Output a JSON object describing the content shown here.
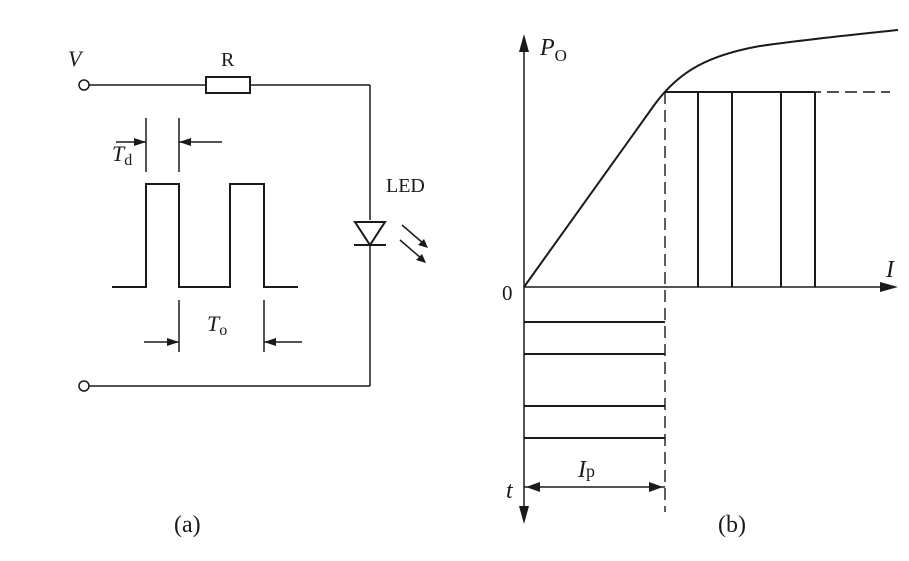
{
  "circuit": {
    "supply_label": "V",
    "resistor_label": "R",
    "led_label": "LED",
    "pulse_width_symbol": "T",
    "pulse_width_sub": "d",
    "period_symbol": "T",
    "period_sub": "o",
    "caption": "(a)"
  },
  "characteristic": {
    "y_axis_symbol": "P",
    "y_axis_sub": "O",
    "x_axis_label": "I",
    "origin_label": "0",
    "time_axis_label": "t",
    "pulse_current_symbol": "I",
    "pulse_current_sub": "p",
    "caption": "(b)"
  }
}
